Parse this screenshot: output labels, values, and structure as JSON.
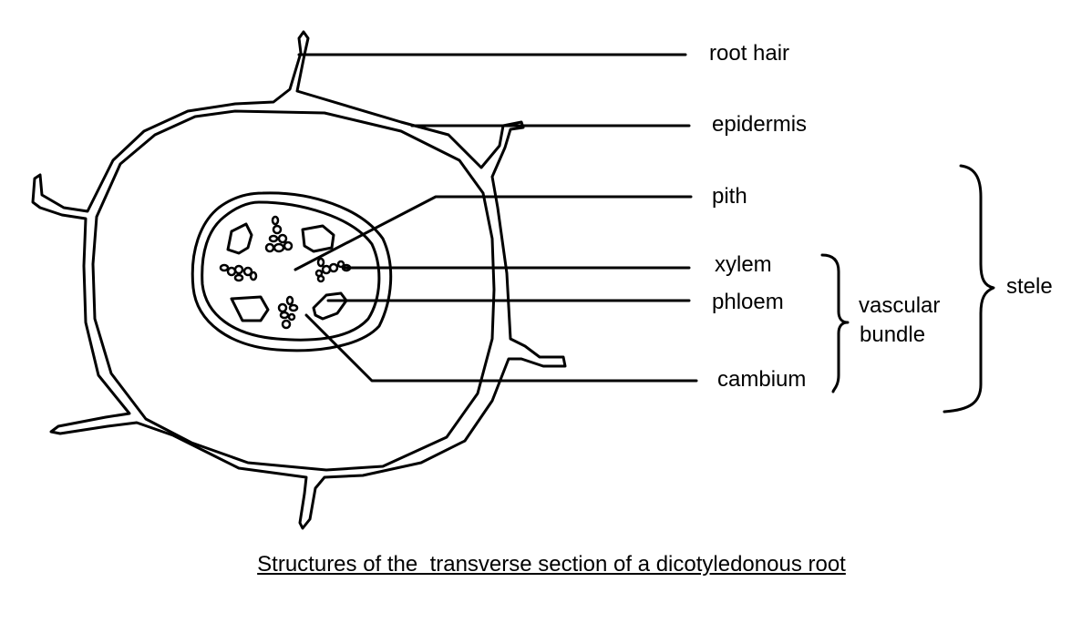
{
  "labels": {
    "root_hair": "root hair",
    "epidermis": "epidermis",
    "pith": "pith",
    "xylem": "xylem",
    "phloem": "phloem",
    "cambium": "cambium",
    "vascular_bundle_line1": "vascular",
    "vascular_bundle_line2": "bundle",
    "stele": "stele"
  },
  "caption": "Structures of the  transverse section of a dicotyledonous root",
  "colors": {
    "ink": "#000000",
    "background": "#ffffff"
  }
}
